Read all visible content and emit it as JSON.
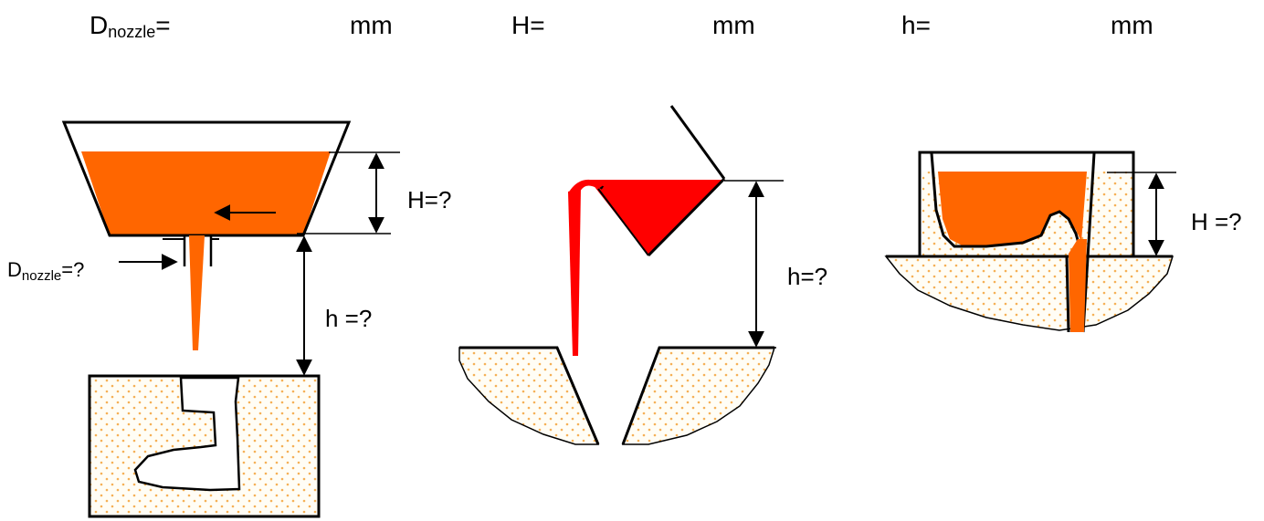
{
  "header": {
    "d_nozzle_base": "D",
    "d_nozzle_sub": "nozzle",
    "d_nozzle_eq": "=",
    "unit1": "mm",
    "H_label": "H=",
    "unit2": "mm",
    "h_label": "h=",
    "unit3": "mm"
  },
  "fig1": {
    "H_label": "H=?",
    "h_label": "h =?",
    "d_base": "D",
    "d_sub": "nozzle",
    "d_eq": "=?"
  },
  "fig2": {
    "h_label": "h=?"
  },
  "fig3": {
    "H_label": "H =?"
  },
  "colors": {
    "melt_orange": "#ff6600",
    "melt_red": "#ff0000",
    "sand_dot": "#f5b055",
    "sand_bg": "#fffdf5",
    "line": "#000000"
  }
}
